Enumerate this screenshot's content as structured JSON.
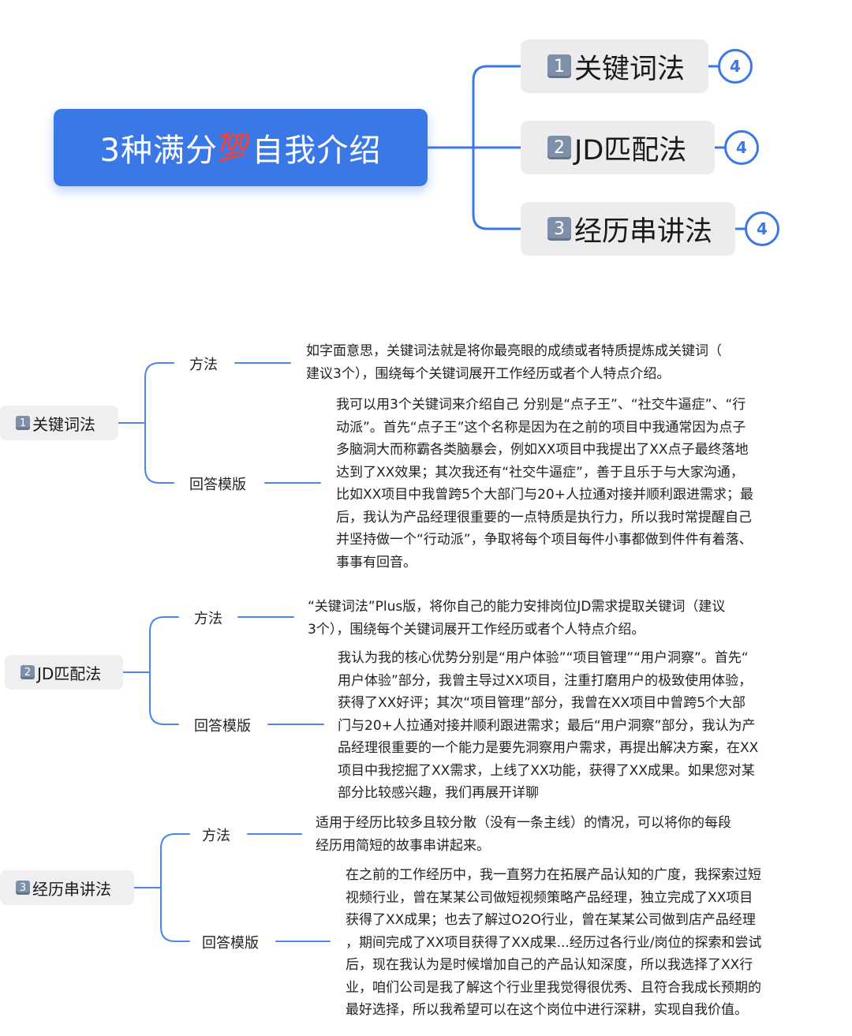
{
  "root": {
    "title_a": "3种满分",
    "title_icon": "💯",
    "title_b": "自我介绍"
  },
  "branches": [
    {
      "num": "1",
      "label": "关键词法",
      "count": "4"
    },
    {
      "num": "2",
      "label": "JD匹配法",
      "count": "4"
    },
    {
      "num": "3",
      "label": "经历串讲法",
      "count": "4"
    }
  ],
  "sections": [
    {
      "num": "1",
      "label": "关键词法",
      "method_label": "方法",
      "method_lines": [
        "如字面意思，关键词法就是将你最亮眼的成绩或者特质提炼成关键词（",
        "建议3个），围绕每个关键词展开工作经历或者个人特点介绍。"
      ],
      "answer_label": "回答模版",
      "answer_lines": [
        "我可以用3个关键词来介绍自己 分别是“点子王”、“社交牛逼症”、“行",
        "动派”。首先“点子王”这个名称是因为在之前的项目中我通常因为点子",
        "多脑洞大而称霸各类脑暴会，例如XX项目中我提出了XX点子最终落地",
        "达到了XX效果；其次我还有“社交牛逼症”，善于且乐于与大家沟通，",
        "比如XX项目中我曾跨5个大部门与20+人拉通对接并顺利跟进需求；最",
        "后，我认为产品经理很重要的一点特质是执行力，所以我时常提醒自己",
        "并坚持做一个“行动派”，争取将每个项目每件小事都做到件件有着落、",
        "事事有回音。"
      ]
    },
    {
      "num": "2",
      "label": "JD匹配法",
      "method_label": "方法",
      "method_lines": [
        "“关键词法”Plus版，将你自己的能力安排岗位JD需求提取关键词（建议",
        "3个），围绕每个关键词展开工作经历或者个人特点介绍。"
      ],
      "answer_label": "回答模版",
      "answer_lines": [
        "我认为我的核心优势分别是“用户体验”“项目管理”“用户洞察”。首先“",
        "用户体验”部分，我曾主导过XX项目，注重打磨用户的极致使用体验，",
        "获得了XX好评；其次“项目管理”部分，我曾在XX项目中曾跨5个大部",
        "门与20+人拉通对接并顺利跟进需求；最后“用户洞察”部分，我认为产",
        "品经理很重要的一个能力是要先洞察用户需求，再提出解决方案，在XX",
        "项目中我挖掘了XX需求，上线了XX功能，获得了XX成果。如果您对某",
        "部分比较感兴趣，我们再展开详聊"
      ]
    },
    {
      "num": "3",
      "label": "经历串讲法",
      "method_label": "方法",
      "method_lines": [
        "适用于经历比较多且较分散（没有一条主线）的情况，可以将你的每段",
        "经历用简短的故事串讲起来。"
      ],
      "answer_label": "回答模版",
      "answer_lines": [
        "在之前的工作经历中，我一直努力在拓展产品认知的广度，我探索过短",
        "视频行业，曾在某某公司做短视频策略产品经理，独立完成了XX项目",
        "获得了XX成果；也去了解过O2O行业，曾在某某公司做到店产品经理",
        "，期间完成了XX项目获得了XX成果...经历过各行业/岗位的探索和尝试",
        "后，现在我认为是时候增加自己的产品认知深度，所以我选择了XX行",
        "业，咱们公司是我了解这个行业里我觉得很优秀、且符合我成长预期的",
        "最好选择，所以我希望可以在这个岗位中进行深耕，实现自我价值。"
      ]
    }
  ],
  "colors": {
    "accent": "#3b78e7",
    "node_bg": "#ececef",
    "badge": "#7d8fa9"
  }
}
